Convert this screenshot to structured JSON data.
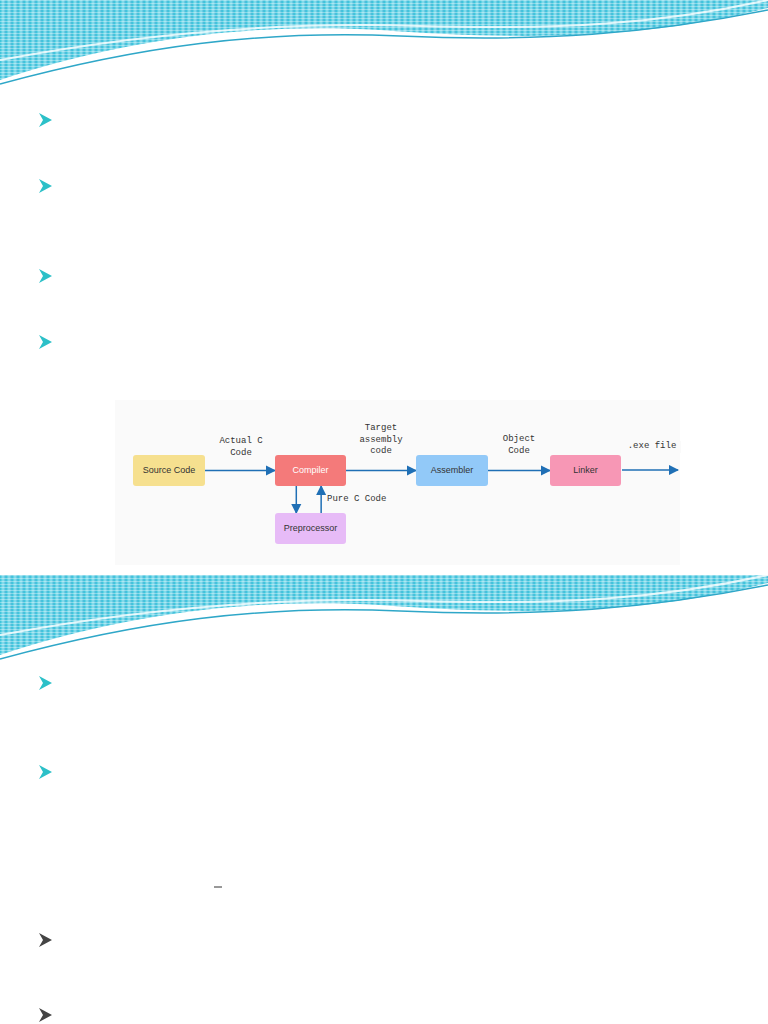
{
  "diagram": {
    "nodes": [
      {
        "text": [
          "Source Code"
        ]
      },
      {
        "text": [
          "Compiler"
        ]
      },
      {
        "text": [
          "Preprocessor"
        ]
      },
      {
        "text": [
          "Assembler"
        ]
      },
      {
        "text": [
          "Linker"
        ]
      }
    ],
    "edges": [
      {
        "from": 0,
        "to": 1,
        "arrow": "to",
        "label": "Actual C Code"
      },
      {
        "from": 1,
        "to": 2,
        "arrow": "to"
      },
      {
        "from": 2,
        "to": 1,
        "arrow": "to",
        "label": "Pure C Code"
      },
      {
        "from": 1,
        "to": 3,
        "arrow": "to",
        "label": "Target assembly code"
      },
      {
        "from": 3,
        "to": 4,
        "arrow": "to",
        "label": "Object Code"
      }
    ],
    "labels": [
      ".exe file"
    ]
  }
}
